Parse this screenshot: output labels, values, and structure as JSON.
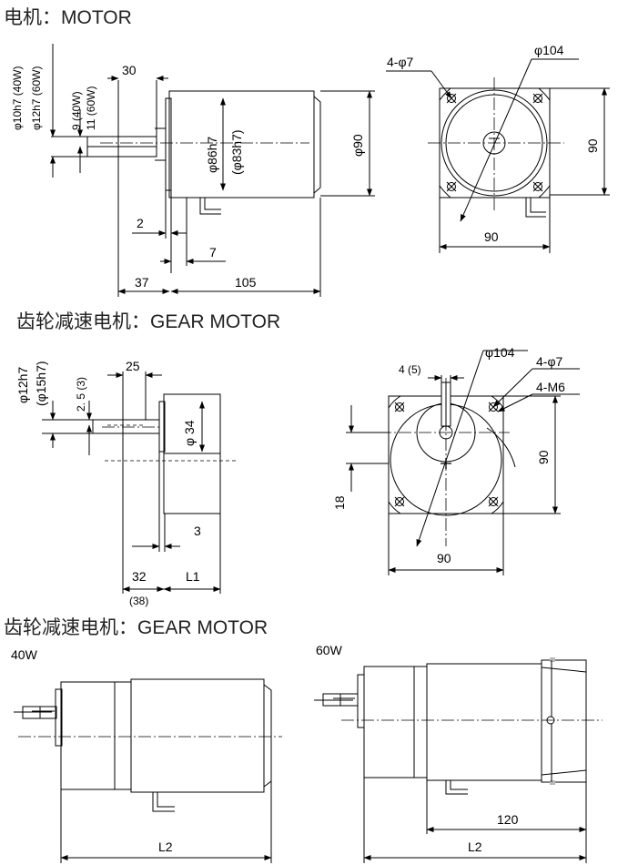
{
  "sections": {
    "motor": "电机：MOTOR",
    "gear_motor_a": "齿轮减速电机：GEAR MOTOR",
    "gear_motor_b": "齿轮减速电机：GEAR MOTOR"
  },
  "motor": {
    "shaft_dia": "φ10h7 (40W)",
    "shaft_dia_alt": "φ12h7 (60W)",
    "key_a": "9 (40W)",
    "key_b": "11 (60W)",
    "shaft_len": "30",
    "spigot_dia": "φ86h7",
    "spigot_dia_alt": "(φ83h7)",
    "body_dia": "φ90",
    "flange_gap": "2",
    "flange_thk": "7",
    "shaft_to_flange": "37",
    "body_len": "105",
    "holes": "4-φ7",
    "pcd": "φ104",
    "square_v": "90",
    "square_h": "90"
  },
  "gear_front": {
    "shaft_dia": "φ12h7",
    "shaft_dia_alt": "(φ15h7)",
    "key": "2. 5 (3)",
    "shaft_len": "25",
    "boss_dia": "φ 34",
    "flange": "3",
    "shaft_to_flange": "32",
    "shaft_to_flange_alt": "(38)",
    "gear_len": "L1"
  },
  "gear_face": {
    "keyway": "4 (5)",
    "pcd": "φ104",
    "holes": "4-φ7",
    "taps": "4-M6",
    "square_v": "90",
    "offset": "18",
    "square_h": "90"
  },
  "gear_side": {
    "label_40w": "40W",
    "label_60w": "60W",
    "len_40w": "L2",
    "len_120": "120",
    "len_60w": "L2"
  }
}
